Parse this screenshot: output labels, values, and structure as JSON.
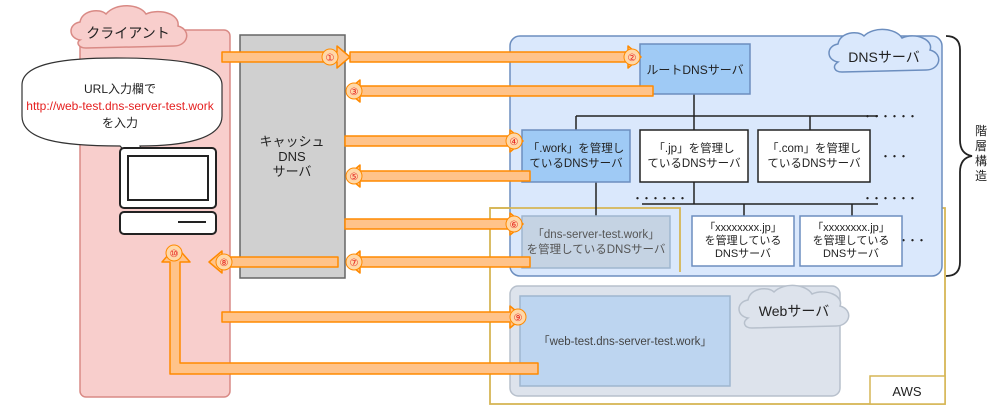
{
  "client": {
    "title": "クライアント",
    "bubble": {
      "line1": "URL入力欄で",
      "url": "http://web-test.dns-server-test.work",
      "line3": "を入力"
    }
  },
  "cache": {
    "line1": "キャッシュ",
    "line2": "DNS",
    "line3": "サーバ"
  },
  "dns_cloud": "DNSサーバ",
  "hierarchy_label": [
    "階",
    "層",
    "構",
    "造"
  ],
  "root": "ルートDNSサーバ",
  "tld": [
    {
      "l1": "「.work」を管理し",
      "l2": "ているDNSサーバ"
    },
    {
      "l1": "「.jp」を管理し",
      "l2": "ているDNSサーバ"
    },
    {
      "l1": "「.com」を管理し",
      "l2": "ているDNSサーバ"
    }
  ],
  "dots": {
    "d1": "・・・・・・",
    "d2": "・・・",
    "d3": "・・・・・・",
    "d4": "・・・・・・",
    "d5": "・・・"
  },
  "dns_test": {
    "l1": "「dns-server-test.work」",
    "l2": "を管理しているDNSサーバ"
  },
  "jp_servers": [
    {
      "l1": "「xxxxxxxx.jp」",
      "l2": "を管理している",
      "l3": "DNSサーバ"
    },
    {
      "l1": "「xxxxxxxx.jp」",
      "l2": "を管理している",
      "l3": "DNSサーバ"
    }
  ],
  "web_cloud": "Webサーバ",
  "web_host": "「web-test.dns-server-test.work」",
  "aws": "AWS",
  "steps": [
    "①",
    "②",
    "③",
    "④",
    "⑤",
    "⑥",
    "⑦",
    "⑧",
    "⑨",
    "⑩"
  ],
  "colors": {
    "client_fill": "#f8cecc",
    "client_stroke": "#d98a85",
    "cache_fill": "#d0d0d0",
    "cache_stroke": "#666666",
    "dns_fill": "#dae8fc",
    "dns_stroke": "#6c8ebf",
    "node_fill": "#9fcaf5",
    "aws_stroke": "#d6b656",
    "web_fill": "#dde3ec",
    "arrow_fill": "#ffc38a",
    "arrow_stroke": "#ff8a00",
    "badge_fill": "#ffd8a8",
    "badge_text": "#e52020"
  }
}
